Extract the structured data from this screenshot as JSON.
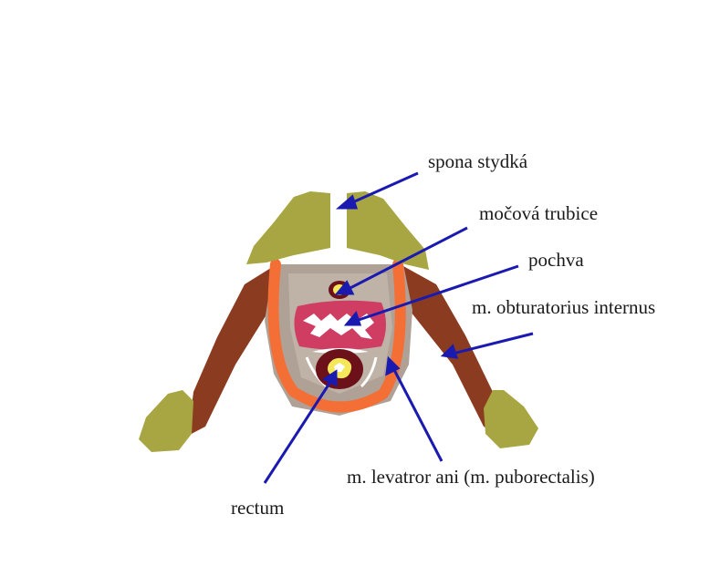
{
  "labels": {
    "pubic_symphysis": "spona stydká",
    "urethra": "močová trubice",
    "vagina": "pochva",
    "obturator": "m. obturatorius internus",
    "levator": "m. levatror ani (m. puborectalis)",
    "rectum": "rectum"
  },
  "colors": {
    "bone": "#a7a642",
    "obturator_muscle": "#8b3b1f",
    "fascia": "#b0a196",
    "levator_muscle": "#f46f36",
    "vagina": "#d03d63",
    "rectum": "#6c1019",
    "lumen": "#f4e85a",
    "arrow": "#1a1ab0"
  }
}
